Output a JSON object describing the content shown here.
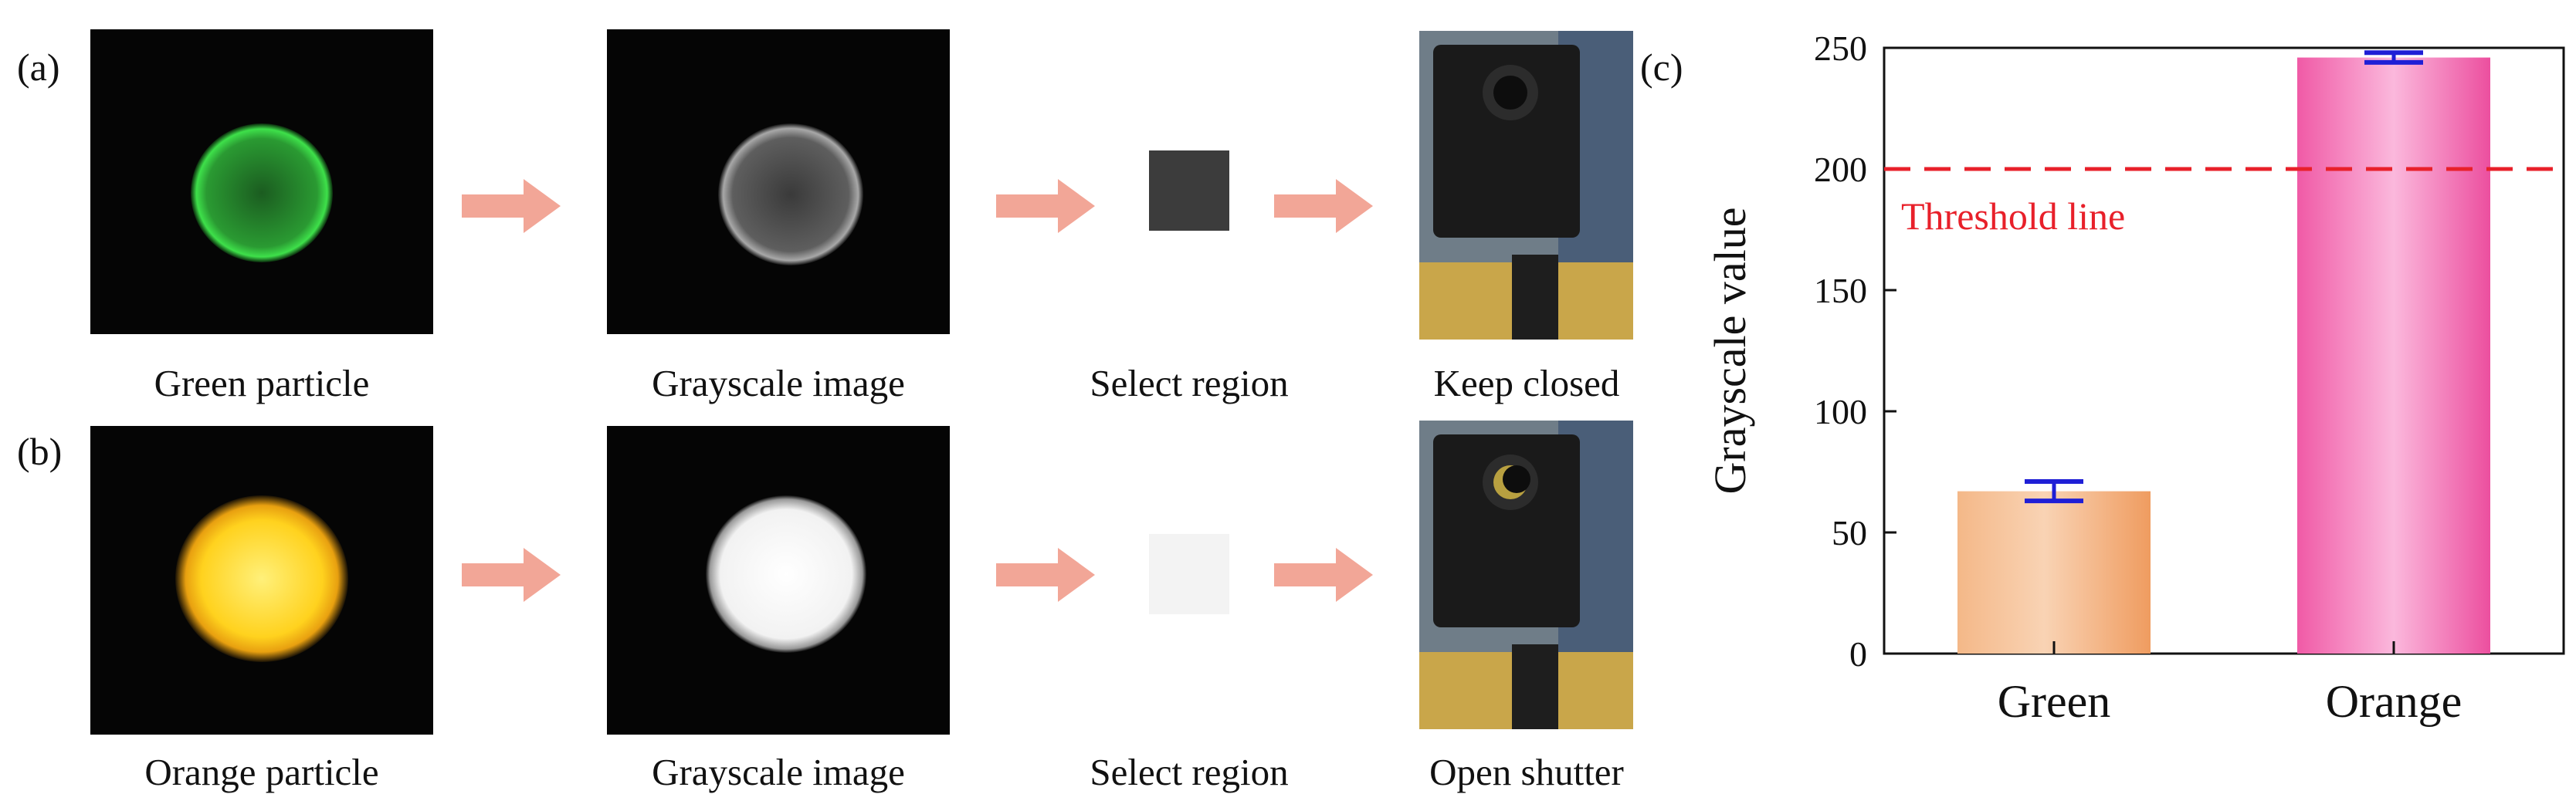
{
  "panels": {
    "a": "(a)",
    "b": "(b)",
    "c": "(c)"
  },
  "row_a": {
    "captions": [
      "Green particle",
      "Grayscale image",
      "Select region",
      "Keep closed"
    ]
  },
  "row_b": {
    "captions": [
      "Orange particle",
      "Grayscale image",
      "Select region",
      "Open shutter"
    ]
  },
  "colors": {
    "green_particle": "#2fc43a",
    "orange_particle": "#ffd633",
    "arrow": "#f0a090",
    "green_bar": "#f2a670",
    "orange_bar": "#f25aa8",
    "error_bar": "#1f1fd6",
    "threshold": "#e8202a"
  },
  "chart_data": {
    "type": "bar",
    "categories": [
      "Green",
      "Orange"
    ],
    "values": [
      67,
      246
    ],
    "errors": [
      4,
      2
    ],
    "ylabel": "Grayscale value",
    "ylim": [
      0,
      250
    ],
    "yticks": [
      0,
      50,
      100,
      150,
      200,
      250
    ],
    "threshold": {
      "value": 200,
      "label": "Threshold line"
    }
  }
}
